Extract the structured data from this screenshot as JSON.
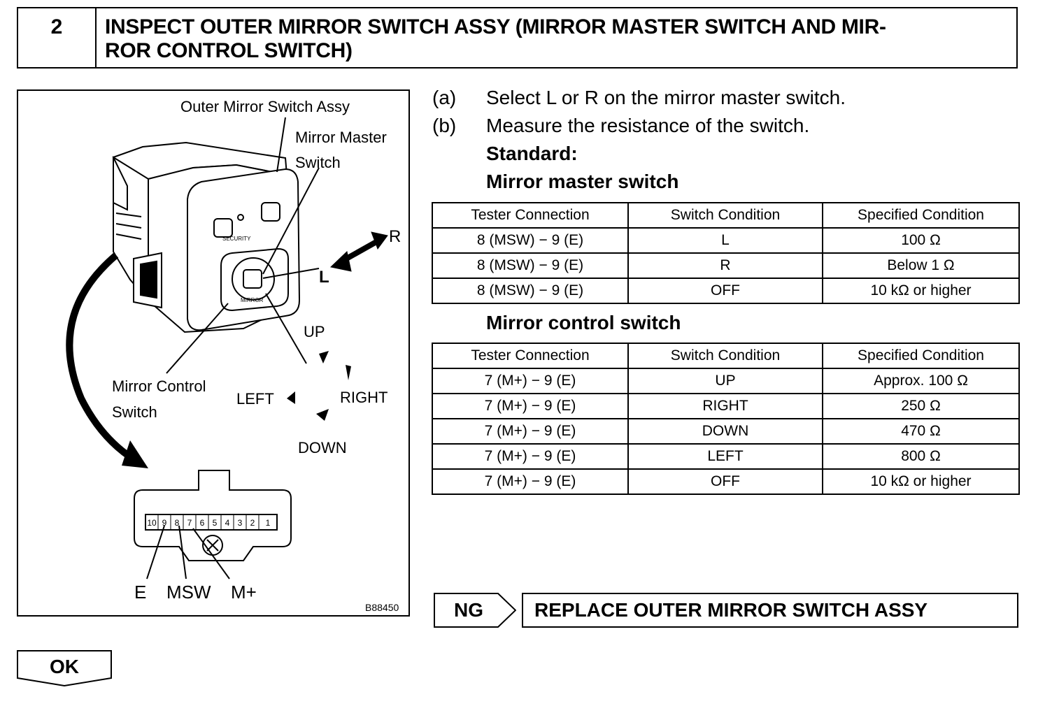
{
  "header": {
    "step_number": "2",
    "title_line1": "INSPECT OUTER MIRROR SWITCH ASSY (MIRROR MASTER SWITCH AND MIR-",
    "title_line2": "ROR CONTROL SWITCH)"
  },
  "figure": {
    "label_assy": "Outer Mirror Switch Assy",
    "label_master_1": "Mirror  Master",
    "label_master_2": "Switch",
    "label_r": "R",
    "label_l": "L",
    "label_up": "UP",
    "label_left": "LEFT",
    "label_right": "RIGHT",
    "label_down": "DOWN",
    "label_control_1": "Mirror Control",
    "label_control_2": "Switch",
    "switch_text_security": "SECURITY",
    "switch_text_mirror": "MIRROR",
    "connector_pins": [
      "10",
      "9",
      "8",
      "7",
      "6",
      "5",
      "4",
      "3",
      "2",
      "1"
    ],
    "label_e": "E",
    "label_msw": "MSW",
    "label_mplus": "M+",
    "figure_code": "B88450"
  },
  "steps": [
    {
      "label": "(a)",
      "text": "Select L or R on the mirror master switch."
    },
    {
      "label": "(b)",
      "text": "Measure the resistance of the switch."
    }
  ],
  "standard_label": "Standard:",
  "master_table": {
    "title": "Mirror master switch",
    "headers": [
      "Tester Connection",
      "Switch Condition",
      "Specified Condition"
    ],
    "rows": [
      [
        "8 (MSW) − 9 (E)",
        "L",
        "100 Ω"
      ],
      [
        "8 (MSW) − 9 (E)",
        "R",
        "Below 1 Ω"
      ],
      [
        "8 (MSW) − 9 (E)",
        "OFF",
        "10 kΩ or higher"
      ]
    ]
  },
  "control_table": {
    "title": "Mirror control switch",
    "headers": [
      "Tester Connection",
      "Switch Condition",
      "Specified Condition"
    ],
    "rows": [
      [
        "7 (M+) − 9 (E)",
        "UP",
        "Approx. 100 Ω"
      ],
      [
        "7 (M+) − 9 (E)",
        "RIGHT",
        "250 Ω"
      ],
      [
        "7 (M+) − 9 (E)",
        "DOWN",
        "470 Ω"
      ],
      [
        "7 (M+) − 9 (E)",
        "LEFT",
        "800 Ω"
      ],
      [
        "7 (M+) − 9 (E)",
        "OFF",
        "10 kΩ or higher"
      ]
    ]
  },
  "result": {
    "ng_label": "NG",
    "ng_action": "REPLACE OUTER MIRROR SWITCH ASSY",
    "ok_label": "OK"
  }
}
